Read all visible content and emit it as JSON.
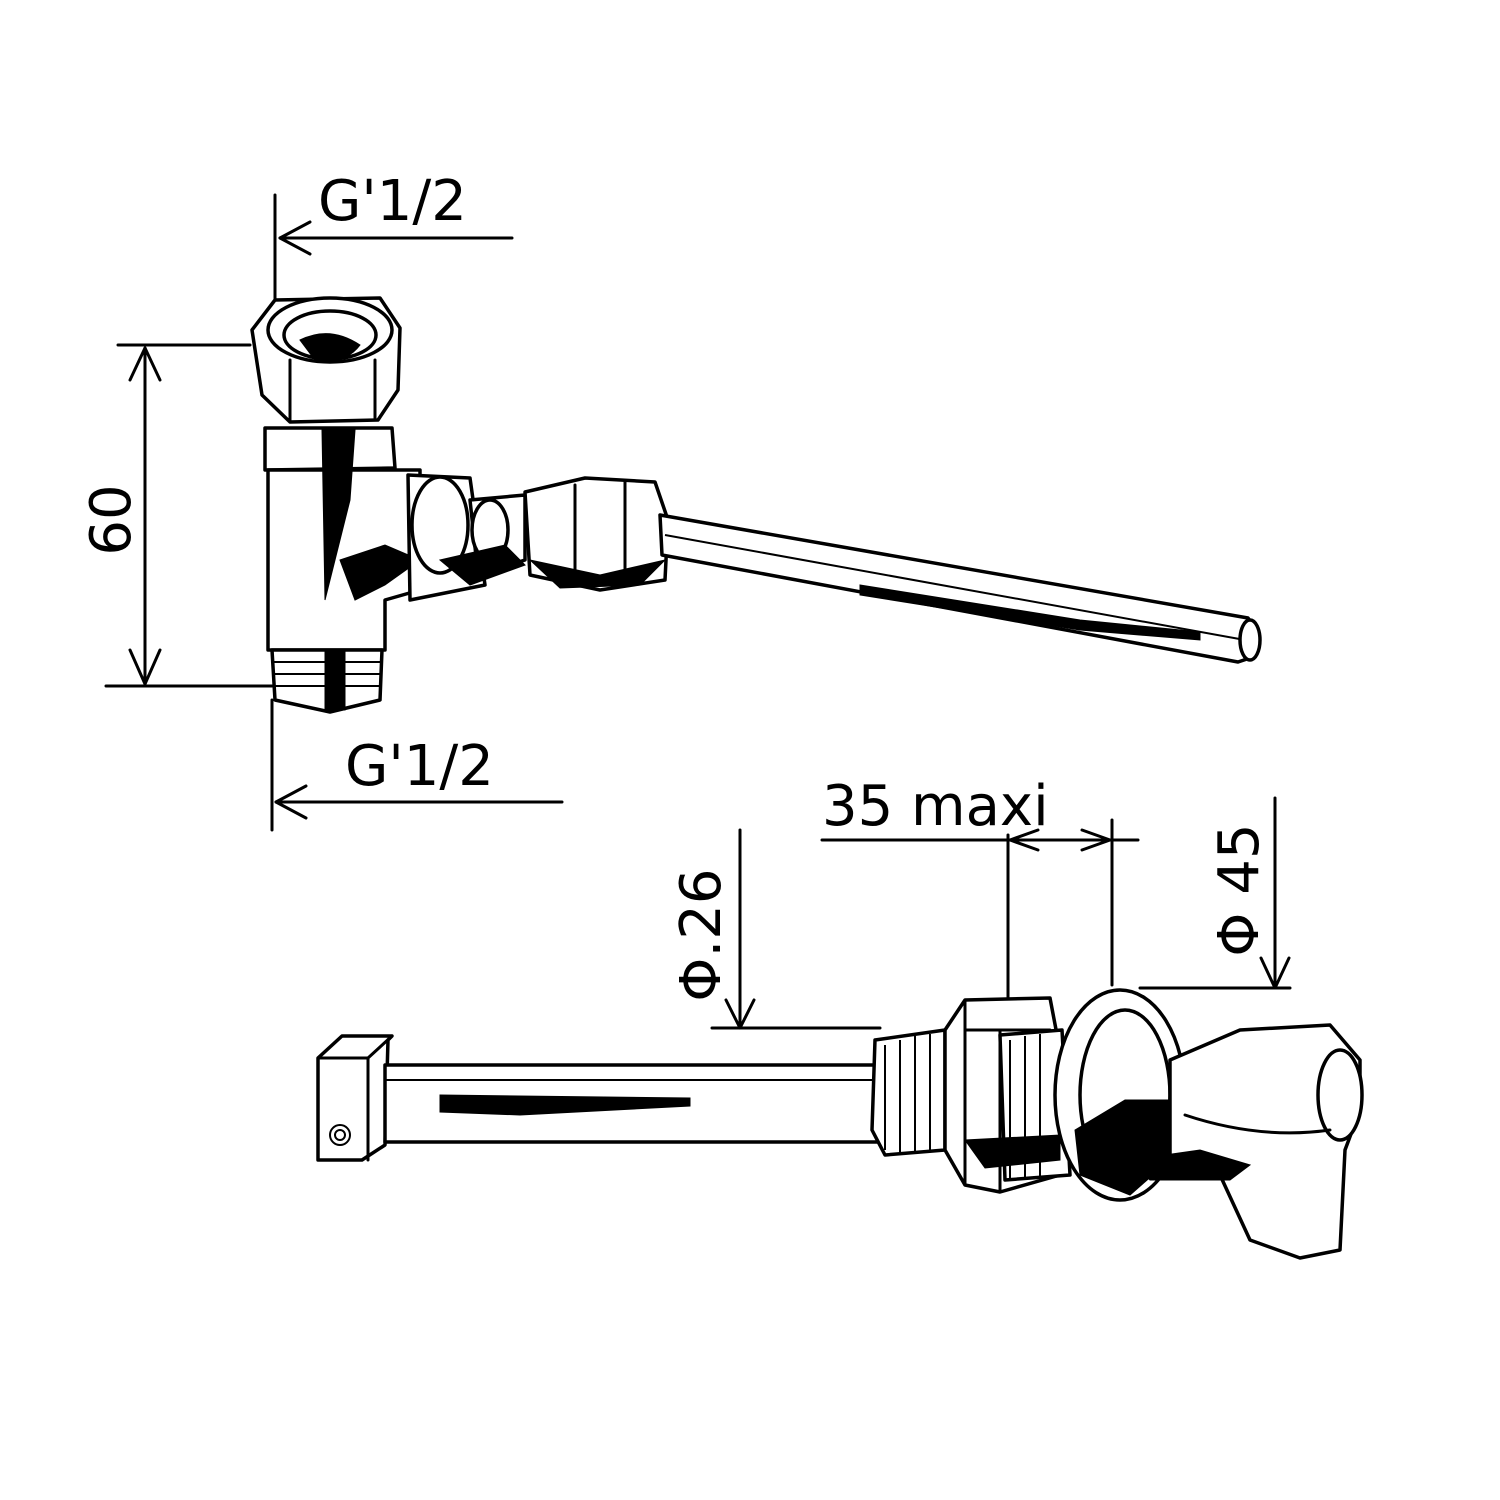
{
  "dimensions": {
    "thread_top": "G'1/2",
    "thread_bottom": "G'1/2",
    "height": "60",
    "max_thickness": "35 maxi",
    "diam_small": "Φ.26",
    "diam_large": "Φ 45"
  }
}
